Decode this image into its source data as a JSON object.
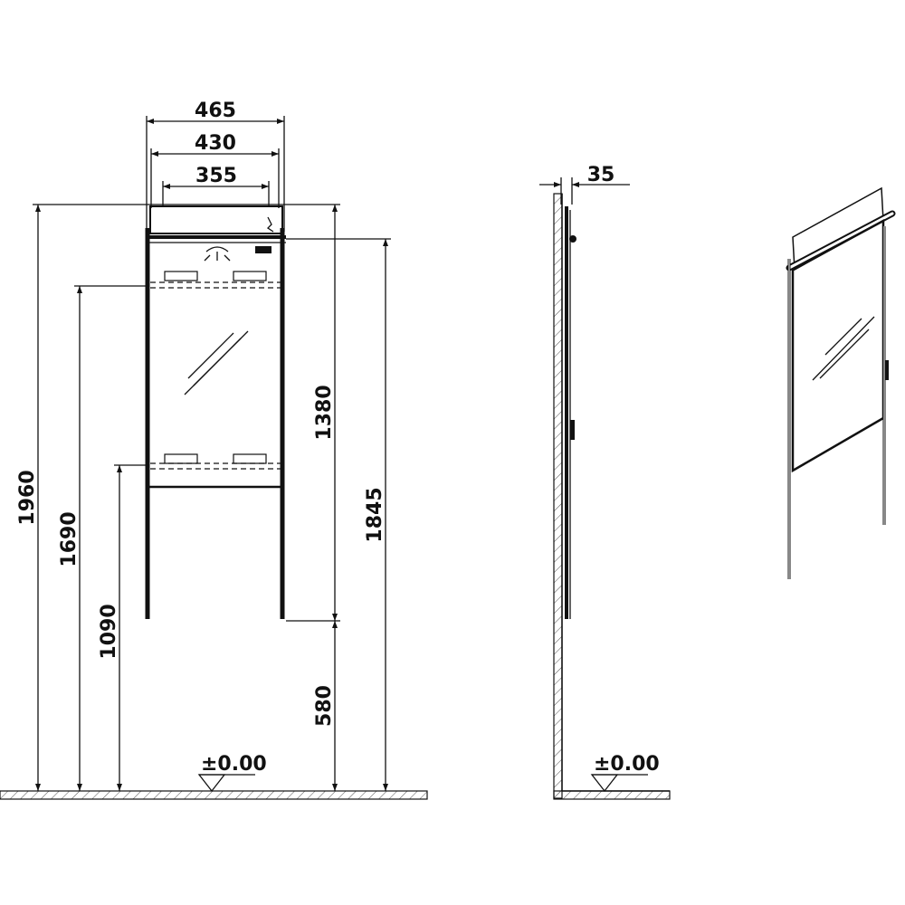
{
  "front_view": {
    "width_outer": "465",
    "width_mid": "430",
    "width_inner": "355",
    "height_total": "1960",
    "height_shelf_top": "1690",
    "height_shelf_bottom": "1090",
    "height_mirror": "1380",
    "height_lamp": "1845",
    "height_legs": "580",
    "level_label": "±0.00"
  },
  "side_view": {
    "depth": "35",
    "level_label": "±0.00"
  }
}
